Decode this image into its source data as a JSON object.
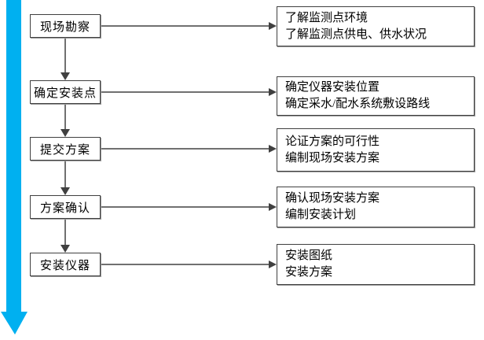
{
  "flowchart": {
    "title": "instrument-installation-flow",
    "steps": [
      {
        "label": "现场勘察",
        "details": [
          "了解监测点环境",
          "了解监测点供电、供水状况"
        ]
      },
      {
        "label": "确定安装点",
        "details": [
          "确定仪器安装位置",
          "确定采水/配水系统敷设路线"
        ]
      },
      {
        "label": "提交方案",
        "details": [
          "论证方案的可行性",
          "编制现场安装方案"
        ]
      },
      {
        "label": "方案确认",
        "details": [
          "确认现场安装方案",
          "编制安装计划"
        ]
      },
      {
        "label": "安装仪器",
        "details": [
          "安装图纸",
          "安装方案"
        ]
      }
    ],
    "colors": {
      "timeline_arrow": "#00B0F0",
      "connector": "#404040",
      "box_border": "#404040",
      "text": "#000000",
      "background": "#ffffff"
    }
  }
}
